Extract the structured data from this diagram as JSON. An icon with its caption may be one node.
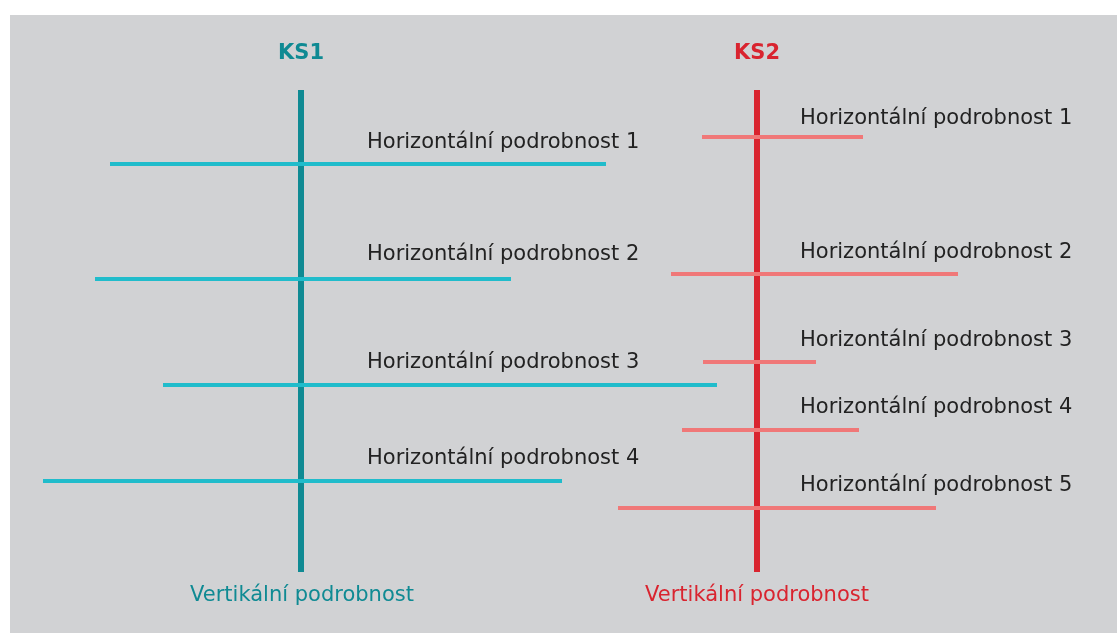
{
  "diagram": {
    "labels": [
      "KS1",
      "Horizontální podrobnost 1",
      "Horizontální podrobnost 2",
      "Horizontální podrobnost 3",
      "Horizontální podrobnost 4",
      "Vertikální podrobnost",
      "KS2",
      "Horizontální podrobnost 1",
      "Horizontální podrobnost 2",
      "Horizontální podrobnost 3",
      "Horizontální podrobnost 4",
      "Horizontální podrobnost 5",
      "Vertikální podrobnost"
    ]
  }
}
